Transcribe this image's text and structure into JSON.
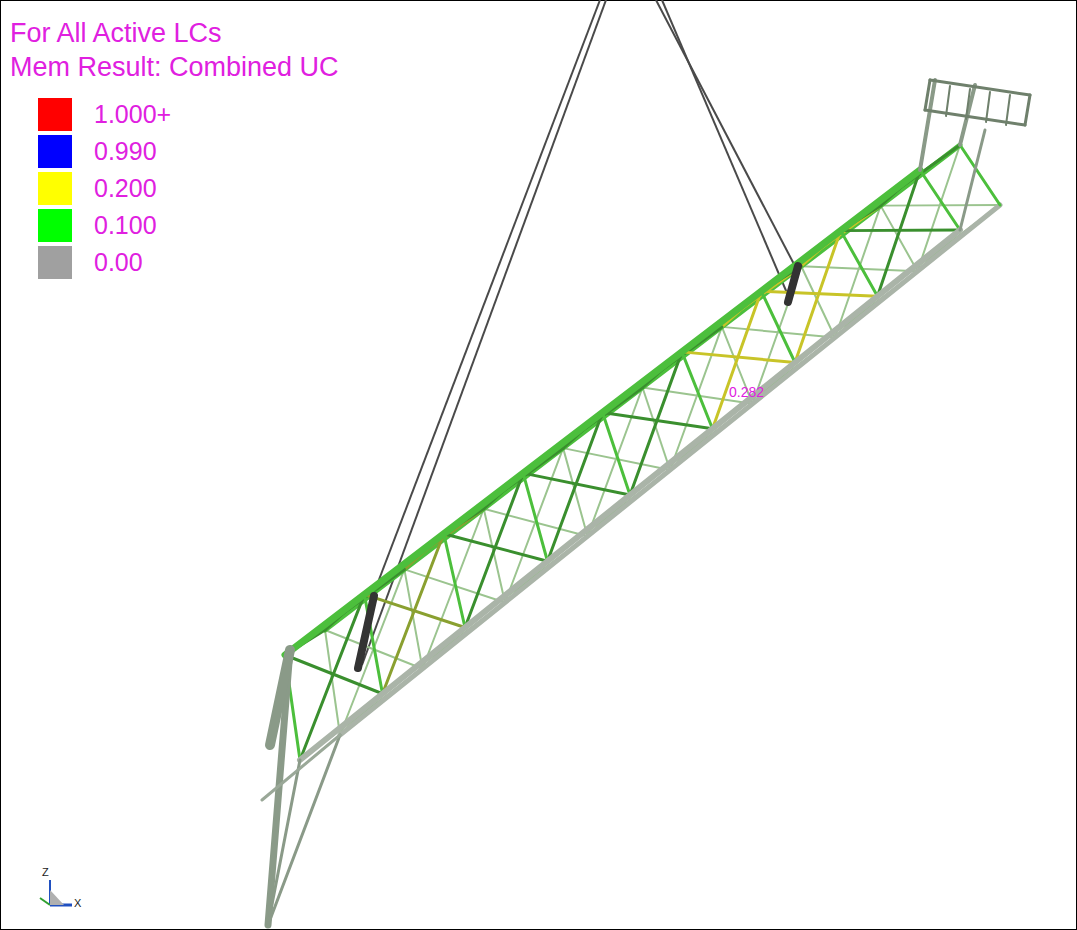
{
  "diagram": {
    "title": "For All Active LCs",
    "labels": [
      "Mem Result: Combined UC",
      "0.282",
      "Z",
      "X"
    ],
    "legend": [
      {
        "text": "1.000+",
        "color": "#ff0000"
      },
      {
        "text": "0.990",
        "color": "#0000ff"
      },
      {
        "text": "0.200",
        "color": "#ffff00"
      },
      {
        "text": "0.100",
        "color": "#00ff00"
      },
      {
        "text": "0.00",
        "color": "#a0a0a0"
      }
    ]
  }
}
